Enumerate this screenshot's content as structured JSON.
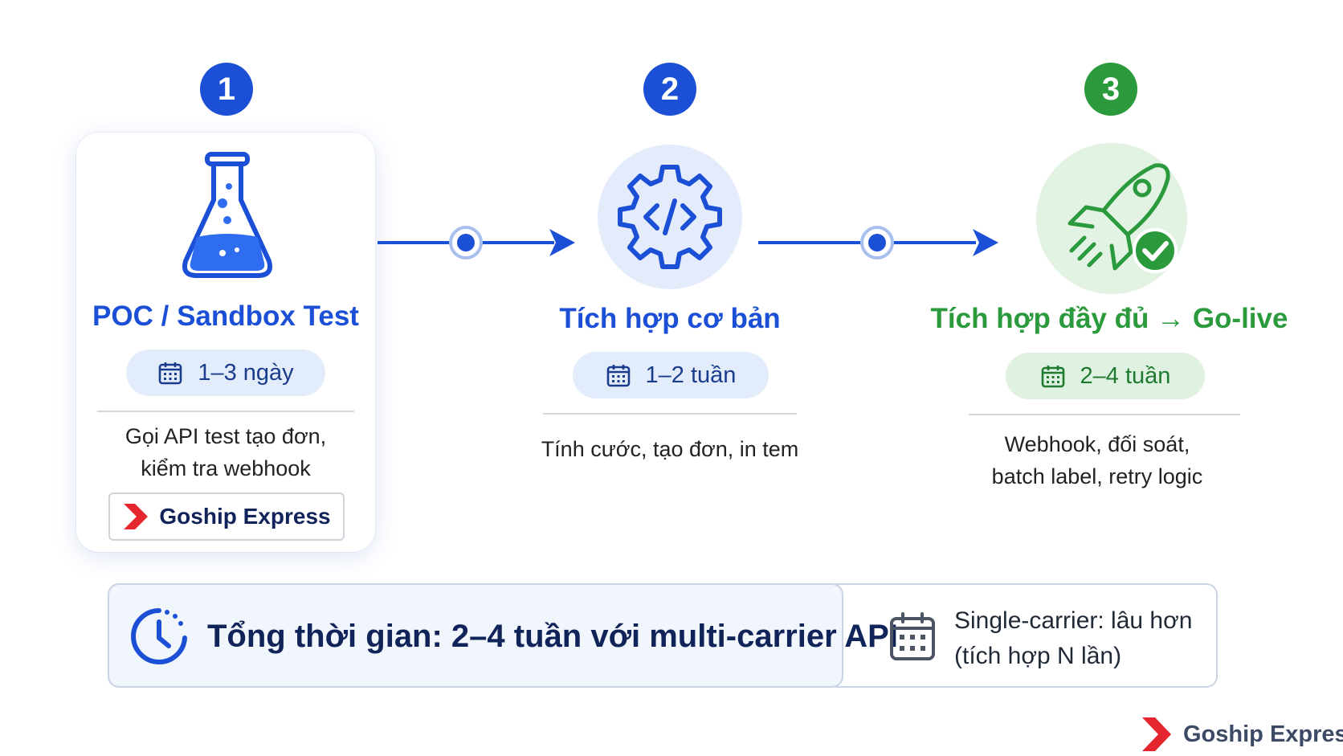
{
  "colors": {
    "blue": "#1a4fd6",
    "green": "#2a9a3c",
    "navy": "#10245a",
    "red": "#e5262e"
  },
  "steps": [
    {
      "number": "1",
      "title": "POC / Sandbox Test",
      "duration": "1–3 ngày",
      "desc_line1": "Gọi API test tạo đơn,",
      "desc_line2": "kiểm tra webhook",
      "icon": "flask-icon"
    },
    {
      "number": "2",
      "title": "Tích hợp cơ bản",
      "duration": "1–2 tuần",
      "desc_line1": "Tính cước, tạo đơn, in tem",
      "icon": "code-gear-icon"
    },
    {
      "number": "3",
      "title": "Tích hợp đầy đủ → Go-live",
      "duration": "2–4 tuần",
      "desc_line1": "Webhook, đối soát,",
      "desc_line2": "batch label, retry logic",
      "icon": "rocket-check-icon"
    }
  ],
  "badge": {
    "brand": "Goship Express"
  },
  "summary": {
    "total": "Tổng thời gian: 2–4 tuần với multi-carrier API",
    "single_line1": "Single-carrier: lâu hơn",
    "single_line2": "(tích hợp N lần)"
  },
  "footer": {
    "brand": "Goship Express"
  }
}
